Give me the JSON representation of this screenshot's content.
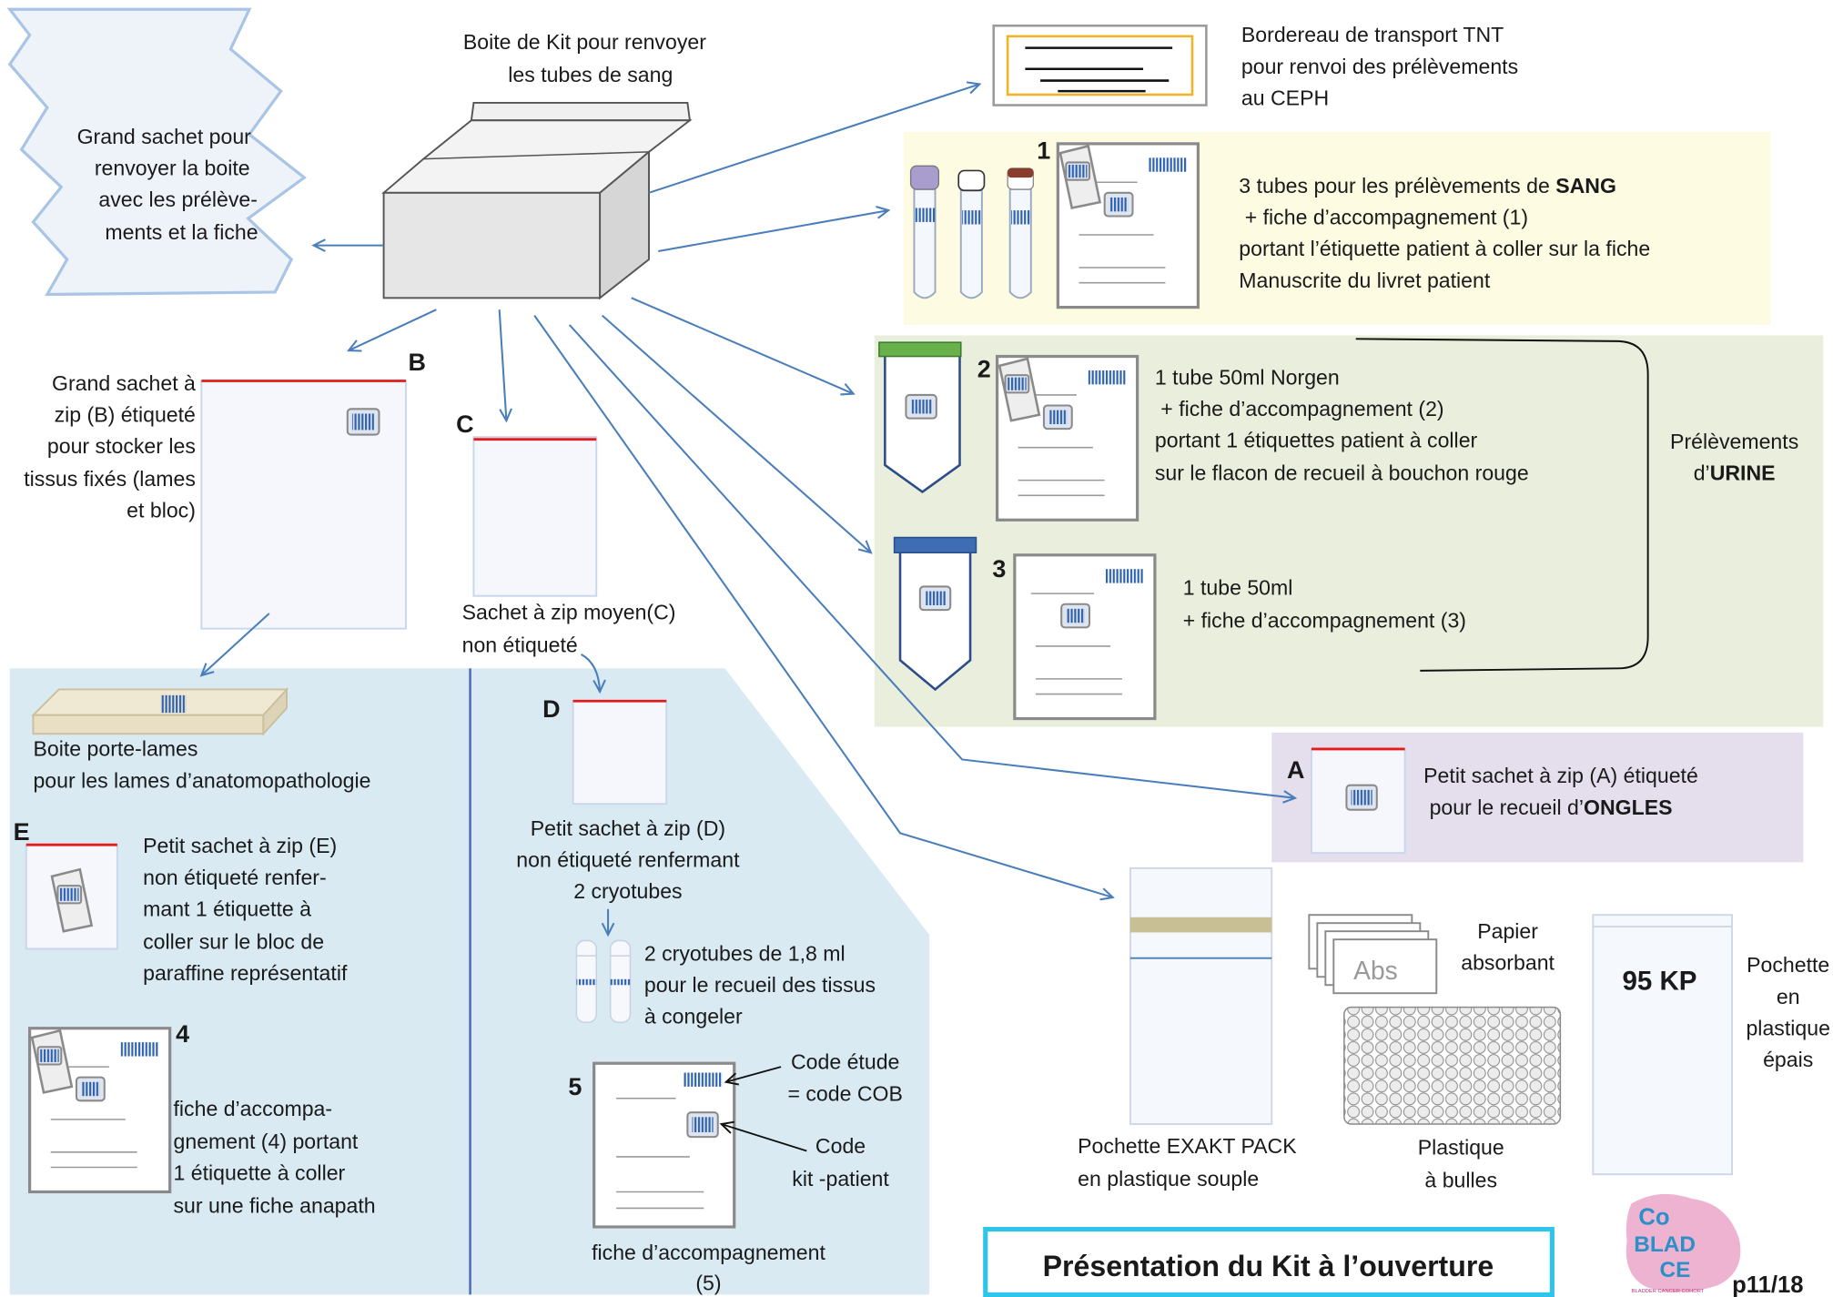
{
  "title": "Présentation du Kit à l’ouverture",
  "page_number": "p11/18",
  "logo": {
    "letters_1": "Co",
    "letters_2": "BLAD",
    "letters_3": "CE",
    "tagline": "BLADDER CANCER COHORT"
  },
  "kit_box": {
    "label": [
      "Boite de Kit pour renvoyer",
      "les tubes de sang"
    ]
  },
  "big_bag": {
    "label": [
      "Grand sachet pour",
      "renvoyer la boite",
      "avec les prélève-",
      "ments et la fiche"
    ]
  },
  "transport_slip": {
    "label": [
      "Bordereau de transport TNT",
      "pour renvoi des prélèvements",
      "au CEPH"
    ]
  },
  "blood": {
    "number": "1",
    "line1": "3 tubes pour les prélèvements de ",
    "line1_bold": "SANG",
    "lines": [
      " + fiche d’accompagnement (1)",
      "portant l’étiquette patient à coller sur la fiche",
      "Manuscrite du livret patient"
    ]
  },
  "urine": {
    "group_label": "Prélèvements",
    "group_label_prefix": "d’",
    "group_label_bold": "URINE",
    "norgen": {
      "number": "2",
      "lines": [
        "1 tube 50ml Norgen",
        " + fiche d’accompagnement (2)",
        "portant 1 étiquettes patient à coller",
        "sur le flacon de recueil à bouchon rouge"
      ]
    },
    "tube": {
      "number": "3",
      "lines": [
        "1 tube 50ml",
        "+ fiche d’accompagnement (3)"
      ]
    }
  },
  "nails": {
    "letter": "A",
    "line1": "Petit sachet à zip (A) étiqueté",
    "line2": " pour le recueil d’",
    "line2_bold": "ONGLES"
  },
  "bag_b": {
    "letter": "B",
    "lines": [
      "Grand sachet à",
      "zip (B) étiqueté",
      "pour stocker les",
      "tissus fixés (lames",
      "et bloc)"
    ]
  },
  "bag_c": {
    "letter": "C",
    "lines": [
      "Sachet à zip moyen(C)",
      "non étiqueté"
    ]
  },
  "slide_box": {
    "lines": [
      "Boite porte-lames",
      "pour les lames d’anatomopathologie"
    ]
  },
  "bag_e": {
    "letter": "E",
    "lines": [
      "Petit sachet à zip (E)",
      "non étiqueté renfer-",
      "mant 1 étiquette à",
      "coller sur le bloc de",
      "paraffine représentatif"
    ]
  },
  "form_4": {
    "number": "4",
    "lines": [
      "fiche d’accompa-",
      "gnement (4) portant",
      "1 étiquette à coller",
      "sur une fiche anapath"
    ]
  },
  "bag_d": {
    "letter": "D",
    "lines": [
      "Petit sachet à zip (D)",
      "non étiqueté renfermant",
      "2 cryotubes"
    ]
  },
  "cryotubes": {
    "lines": [
      "2 cryotubes de 1,8 ml",
      "pour le recueil des tissus",
      "à congeler"
    ]
  },
  "form_5": {
    "number": "5",
    "code_study": [
      "Code étude",
      "= code COB"
    ],
    "code_kit": [
      "Code",
      "kit -patient"
    ],
    "caption": [
      "fiche d’accompagnement",
      "(5)"
    ]
  },
  "exakt_pack": {
    "lines": [
      "Pochette EXAKT PACK",
      "en plastique souple"
    ]
  },
  "absorbent": {
    "card_text": "Abs",
    "lines": [
      "Papier",
      "absorbant"
    ]
  },
  "bubble_wrap": {
    "lines": [
      "Plastique",
      "à bulles"
    ]
  },
  "kp95": {
    "label": "95 KP",
    "lines": [
      "Pochette",
      "en",
      "plastique",
      "épais"
    ]
  },
  "colors": {
    "yellow_panel": "#fdfbe1",
    "green_panel": "#eaeedd",
    "purple_panel": "#e5dfed",
    "blue_panel": "#d9eaf3",
    "title_border": "#2fc4ea",
    "page_number": "#e0448f",
    "cap_purple": "#a99ccf",
    "cap_brown": "#8b3d2b",
    "cap_green": "#68b04a",
    "cap_blue": "#3e6db3"
  }
}
